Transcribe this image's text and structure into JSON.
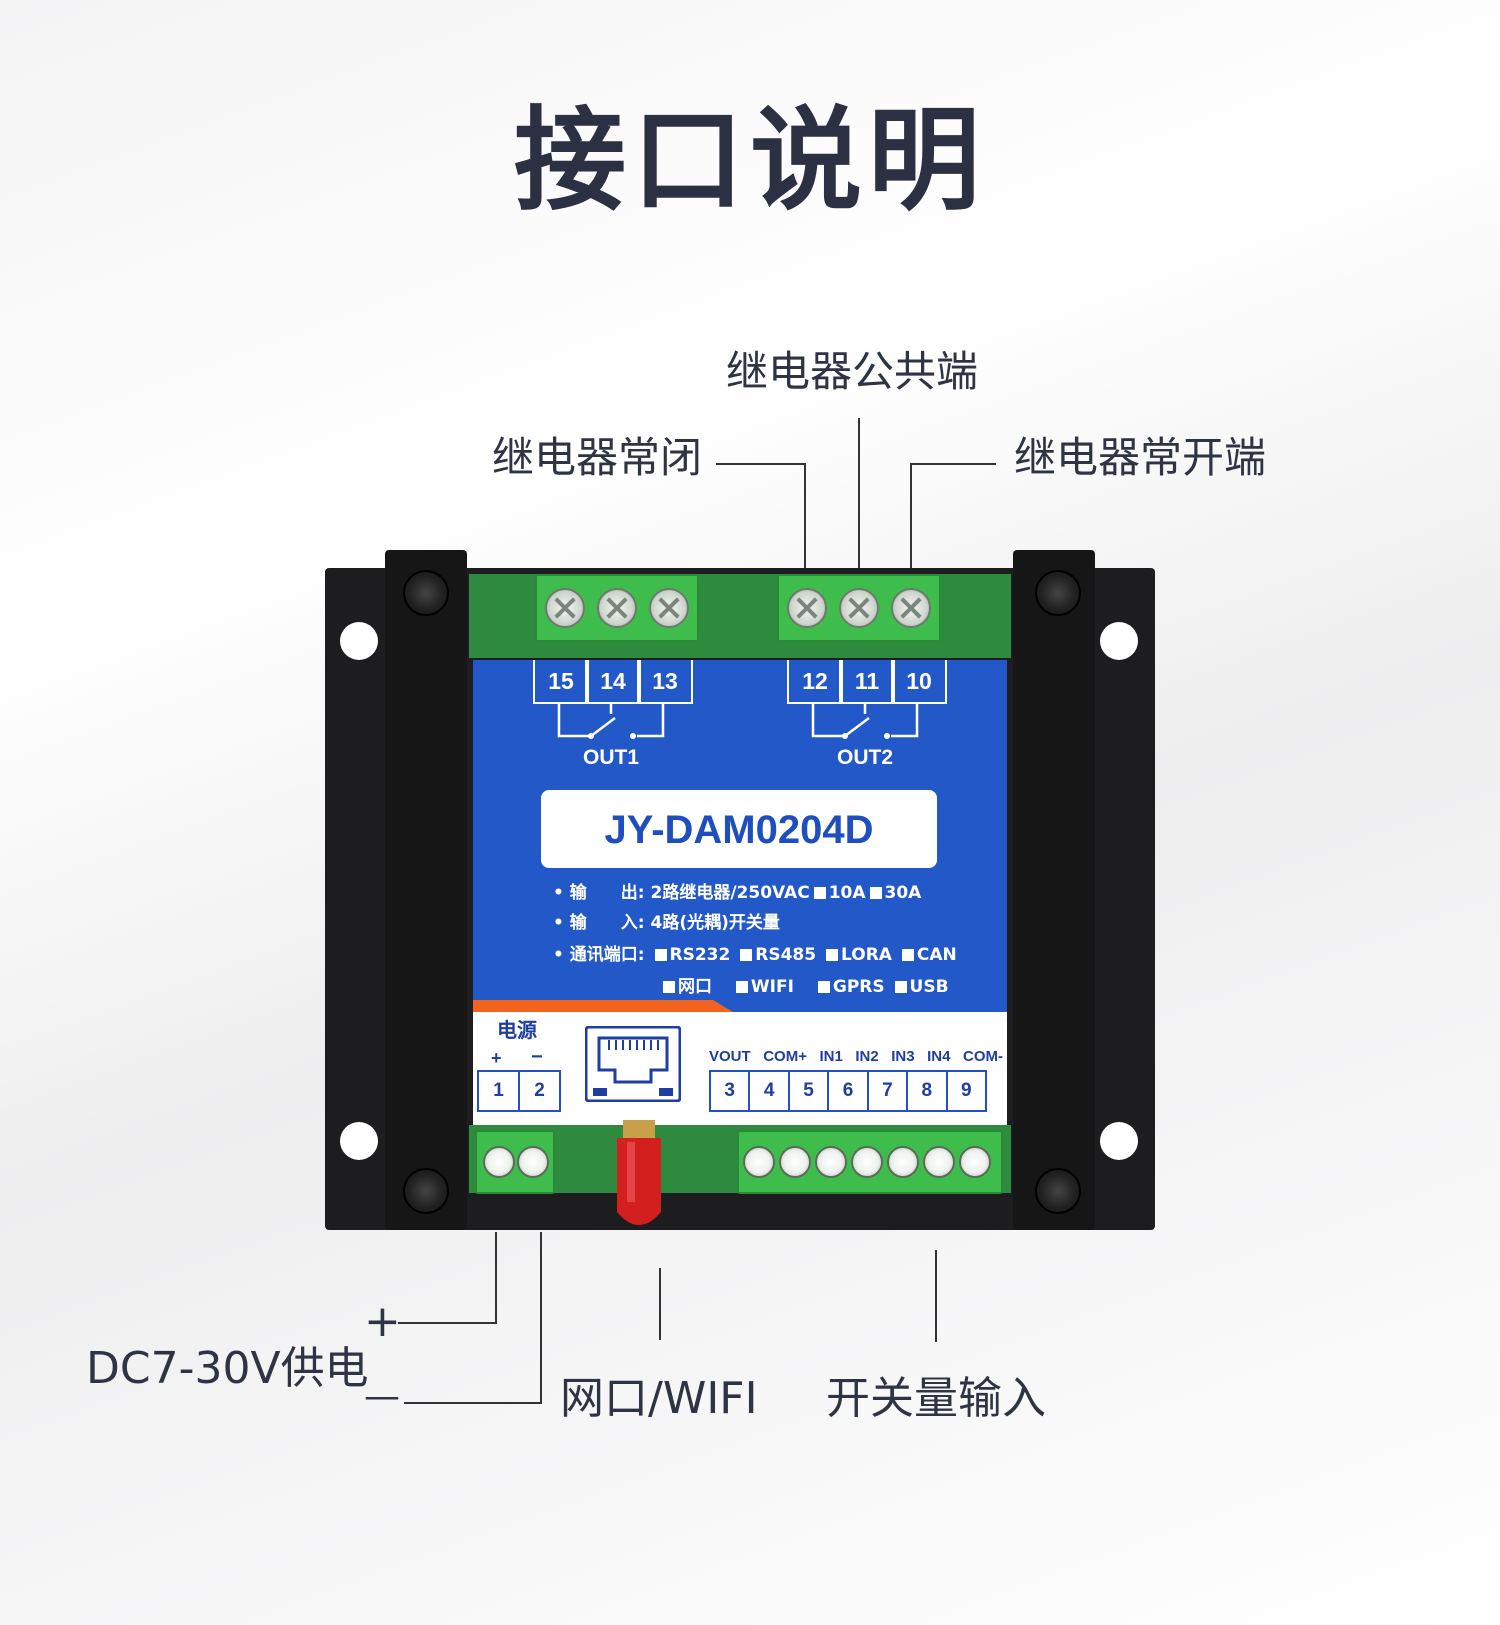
{
  "title": "接口说明",
  "callouts": {
    "relay_common": "继电器公共端",
    "relay_nc": "继电器常闭",
    "relay_no": "继电器常开端",
    "dc_power": "DC7-30V供电",
    "plus": "+",
    "minus": "—",
    "net_wifi": "网口/WIFI",
    "switch_input": "开关量输入"
  },
  "device": {
    "out1_terminals": [
      "15",
      "14",
      "13"
    ],
    "out2_terminals": [
      "12",
      "11",
      "10"
    ],
    "out1_label": "OUT1",
    "out2_label": "OUT2",
    "model": "JY-DAM0204D",
    "spec_output_label": "• 输　　出:",
    "spec_output_value": "2路继电器/250VAC",
    "spec_output_10a": "10A",
    "spec_output_30a": "30A",
    "spec_input_label": "• 输　　入:",
    "spec_input_value": "4路(光耦)开关量",
    "spec_comm_label": "• 通讯端口:",
    "comm_row1": [
      "RS232",
      "RS485",
      "LORA",
      "CAN"
    ],
    "comm_row2": [
      "网口",
      "WIFI",
      "GPRS",
      "USB"
    ],
    "power_label": "电源",
    "power_polarity": [
      "+",
      "−"
    ],
    "power_terminals": [
      "1",
      "2"
    ],
    "io_labels": [
      "VOUT",
      "COM+",
      "IN1",
      "IN2",
      "IN3",
      "IN4",
      "COM-"
    ],
    "io_terminals": [
      "3",
      "4",
      "5",
      "6",
      "7",
      "8",
      "9"
    ]
  }
}
